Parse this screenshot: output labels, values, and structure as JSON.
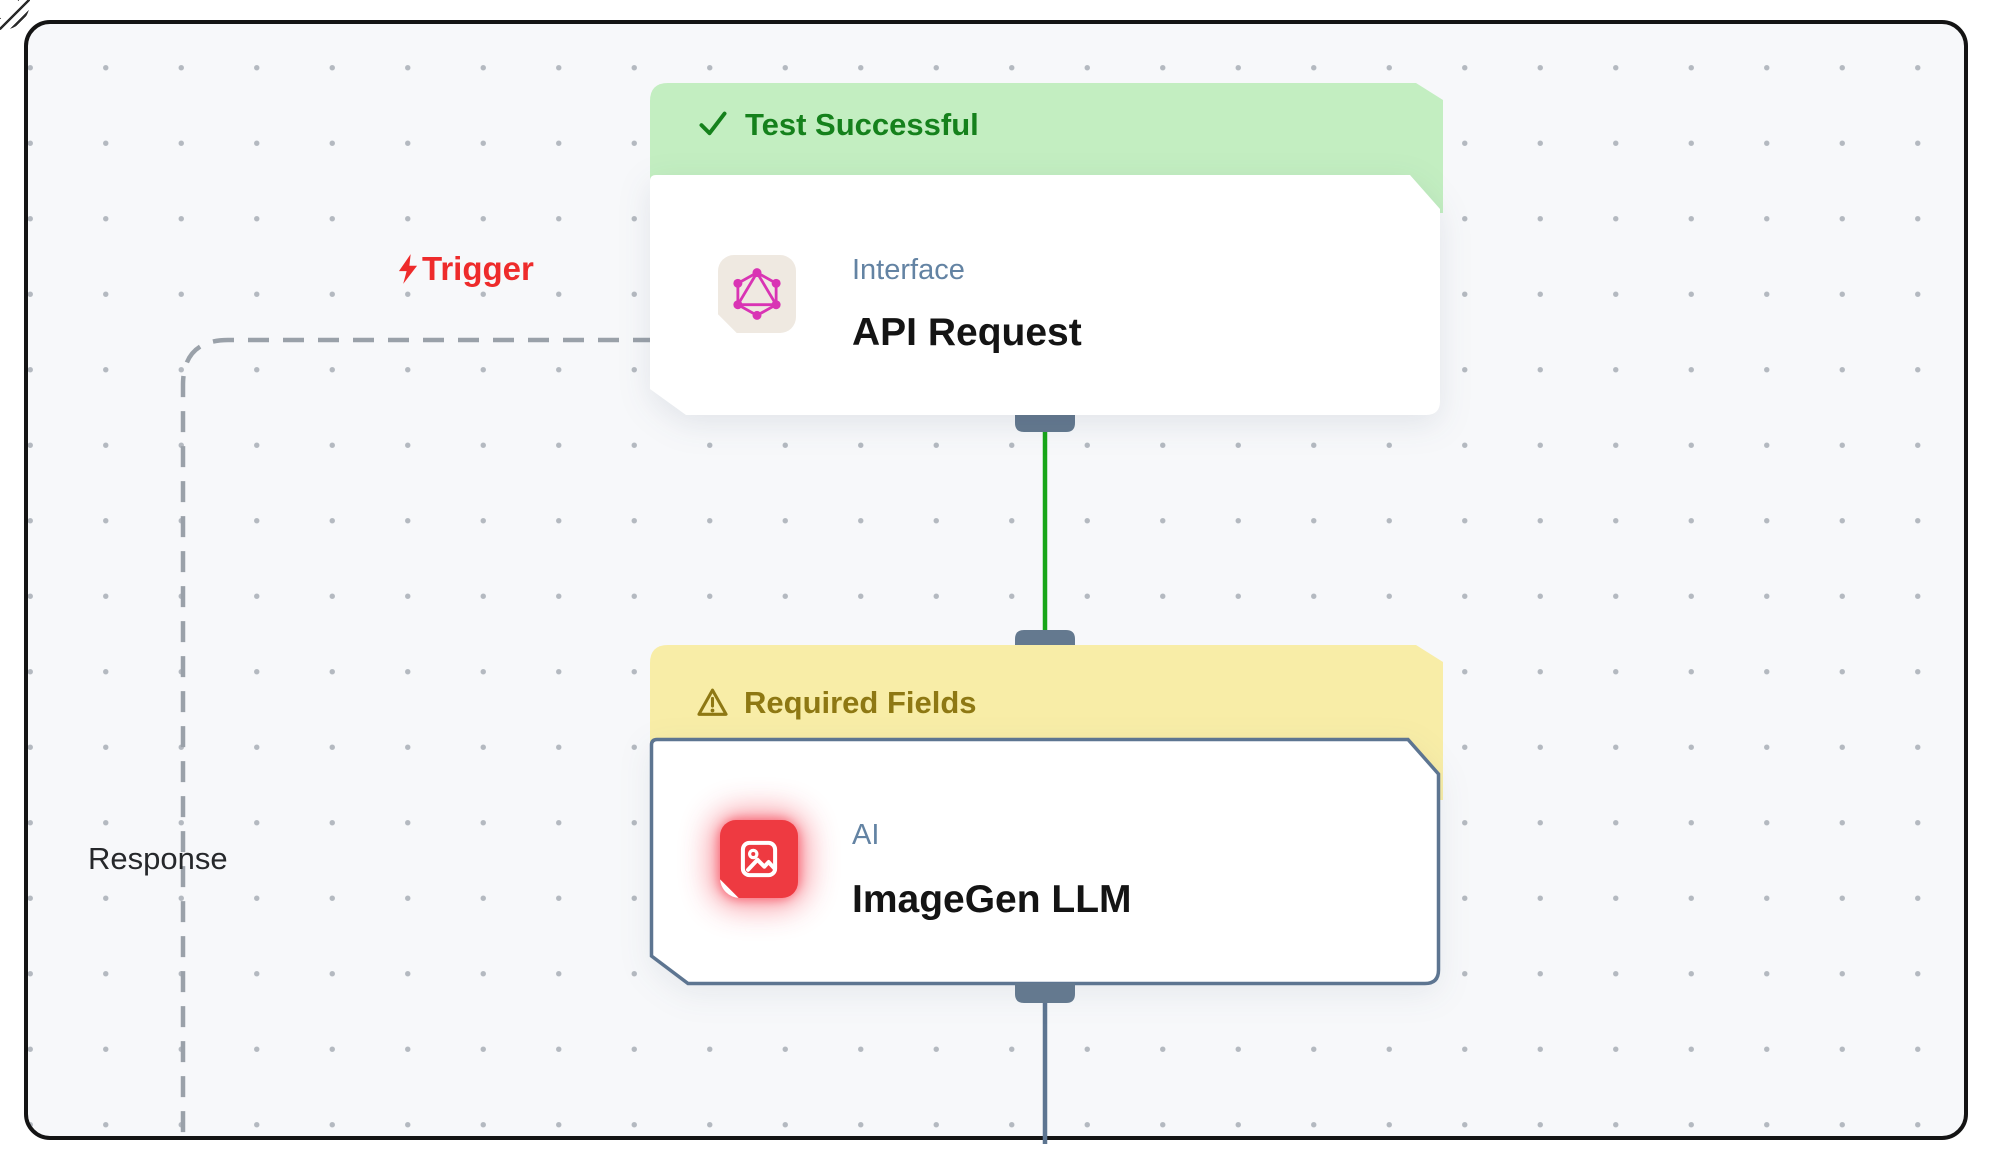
{
  "canvas": {
    "background": "#f7f8fa",
    "dot_color": "#b4b9c0",
    "frame_border_color": "#141414"
  },
  "edges": {
    "trigger": {
      "label": "Trigger",
      "color": "#ee2b2b",
      "icon": "lightning-bolt-icon"
    },
    "response": {
      "label": "Response",
      "style": "dashed",
      "color": "#9aa1a9"
    },
    "success_edge_color": "#17a618",
    "pending_edge_color": "#5d7591"
  },
  "nodes": {
    "api_request": {
      "status_banner": {
        "label": "Test Successful",
        "state": "success",
        "bg": "#c3eec1",
        "text_color": "#15811c",
        "icon": "check-icon"
      },
      "category": "Interface",
      "title": "API Request",
      "icon": "graphql-icon",
      "icon_color": "#d934b4",
      "icon_bg": "#efe9e1"
    },
    "imagegen_llm": {
      "status_banner": {
        "label": "Required Fields",
        "state": "warning",
        "bg": "#f8eda7",
        "text_color": "#8e7813",
        "icon": "warning-icon"
      },
      "category": "AI",
      "title": "ImageGen LLM",
      "icon": "image-icon",
      "icon_color": "#ffffff",
      "icon_bg": "#ee3a41"
    }
  }
}
